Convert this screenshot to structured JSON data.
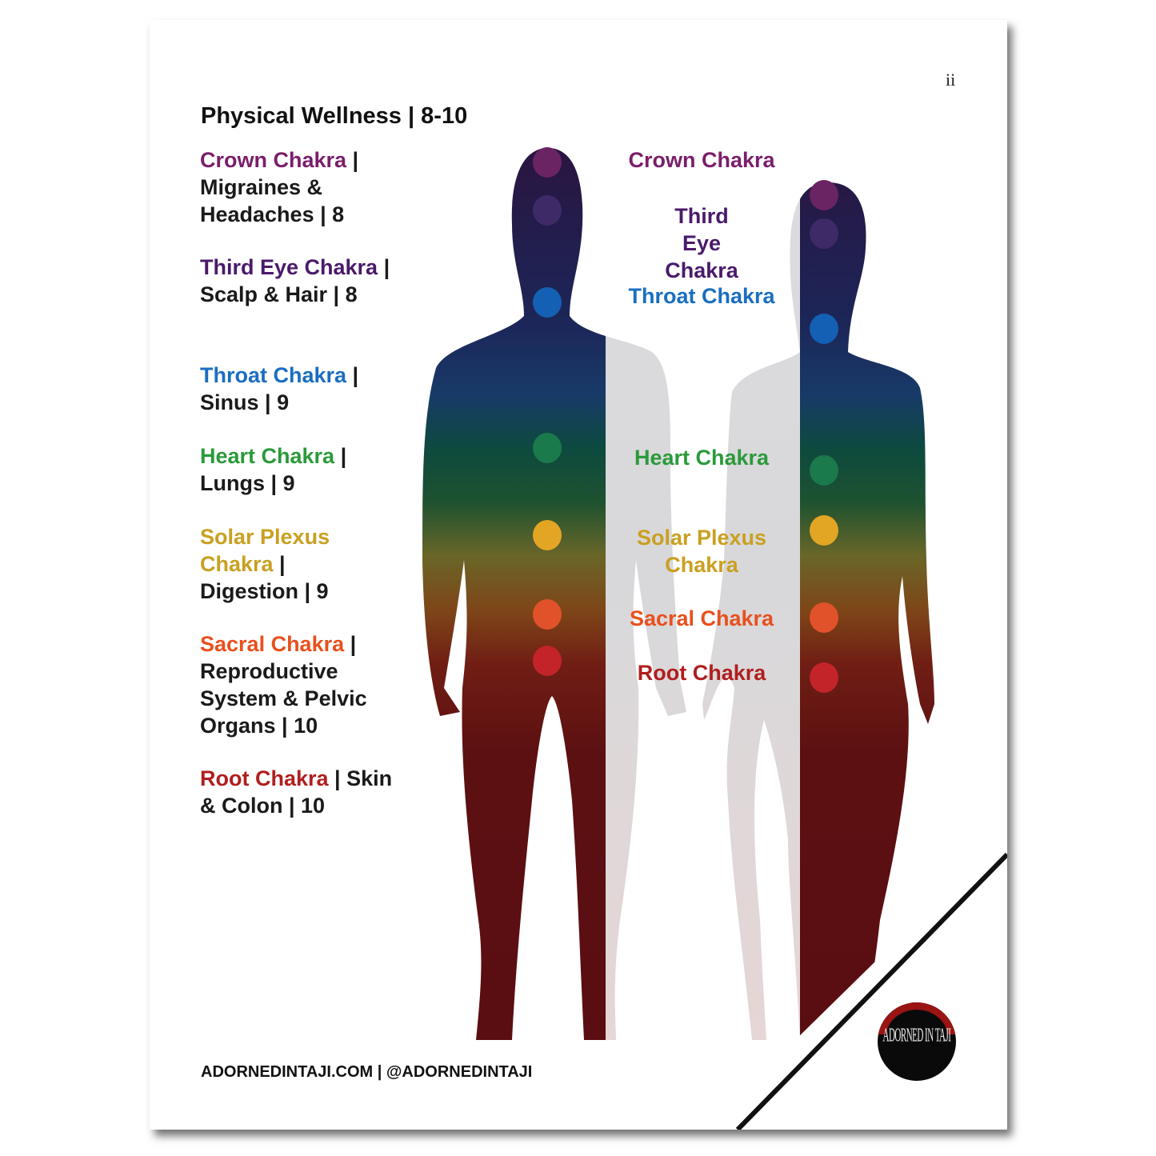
{
  "page_number": "ii",
  "title": "Physical Wellness | 8-10",
  "entries": [
    {
      "label": "Crown Chakra",
      "text": " | Migraines & Headaches | 8",
      "color": "#7a1e6a"
    },
    {
      "label": "Third Eye Chakra",
      "text": " | Scalp & Hair |  8",
      "color": "#4a1a6a"
    },
    {
      "label": "Throat Chakra",
      "text": " | Sinus |  9",
      "color": "#1a6ec0"
    },
    {
      "label": "Heart Chakra",
      "text": " | Lungs | 9",
      "color": "#2a9a3a"
    },
    {
      "label": "Solar Plexus Chakra",
      "text": " | Digestion | 9",
      "color": "#c9a020"
    },
    {
      "label": "Sacral Chakra",
      "text": " |  Reproductive System & Pelvic Organs | 10",
      "color": "#e8501e"
    },
    {
      "label": "Root Chakra",
      "text": " | Skin & Colon | 10",
      "color": "#b01e1e"
    }
  ],
  "figure_labels": {
    "crown": "Crown Chakra",
    "third_eye": "Third Eye Chakra",
    "throat": "Throat Chakra",
    "heart": "Heart Chakra",
    "solar": "Solar Plexus Chakra",
    "sacral": "Sacral Chakra",
    "root": "Root Chakra"
  },
  "chakra_colors": [
    "#6a2464",
    "#3f2a68",
    "#1460b4",
    "#1b7a4c",
    "#e3a524",
    "#e2522a",
    "#c2242a"
  ],
  "footer": "ADORNEDINTAJI.COM | @ADORNEDINTAJI",
  "logo_text": "ADORNED IN TAJI"
}
